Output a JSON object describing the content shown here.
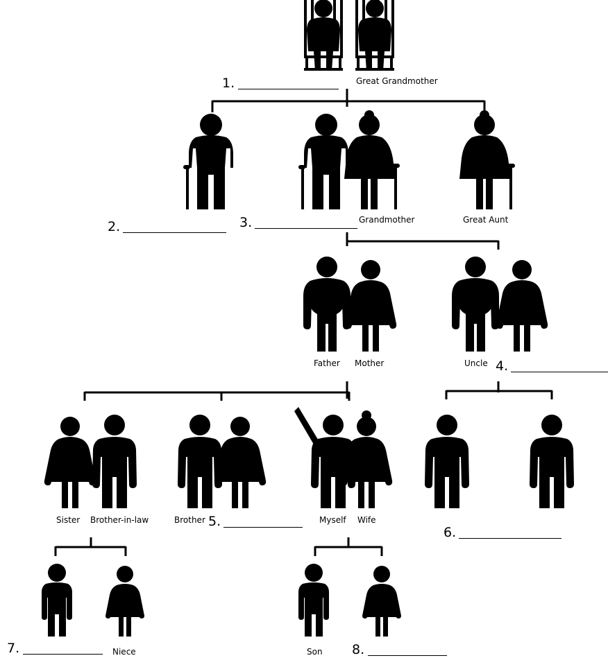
{
  "blanks": [
    {
      "number": "1."
    },
    {
      "number": "2."
    },
    {
      "number": "3."
    },
    {
      "number": "4."
    },
    {
      "number": "5."
    },
    {
      "number": "6."
    },
    {
      "number": "7."
    },
    {
      "number": "8."
    }
  ],
  "labels": {
    "great_grandmother": "Great Grandmother",
    "grandmother": "Grandmother",
    "great_aunt": "Great Aunt",
    "father": "Father",
    "mother": "Mother",
    "uncle": "Uncle",
    "sister": "Sister",
    "brother_in_law": "Brother-in-law",
    "brother": "Brother",
    "myself": "Myself",
    "wife": "Wife",
    "niece": "Niece",
    "son": "Son"
  }
}
